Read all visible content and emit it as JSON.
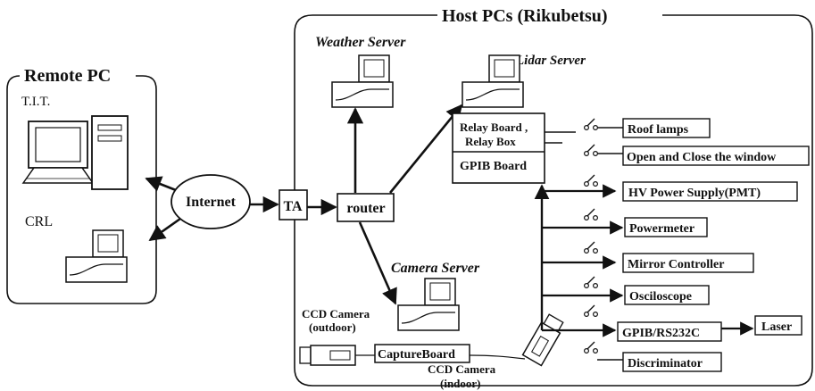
{
  "groups": {
    "host": "Host PCs (Rikubetsu)",
    "remote": "Remote PC"
  },
  "remote": {
    "tit": "T.I.T.",
    "crl": "CRL",
    "internet": "Internet"
  },
  "network": {
    "ta": "TA",
    "router": "router"
  },
  "servers": {
    "weather": "Weather Server",
    "lidar": "Lidar Server",
    "camera": "Camera Server"
  },
  "lidar_box": {
    "relay_line1": "Relay Board ,",
    "relay_line2": "Relay Box",
    "gpib": "GPIB Board"
  },
  "camera": {
    "capture": "CaptureBoard",
    "outdoor_line1": "CCD Camera",
    "outdoor_line2": "(outdoor)",
    "indoor_line1": "CCD Camera",
    "indoor_line2": "(indoor)"
  },
  "devices": {
    "roof": "Roof lamps",
    "window": "Open and Close the window",
    "hv": "HV Power Supply(PMT)",
    "powermeter": "Powermeter",
    "mirror": "Mirror Controller",
    "osc": "Osciloscope",
    "gpib_rs": "GPIB/RS232C",
    "laser": "Laser",
    "disc": "Discriminator"
  }
}
